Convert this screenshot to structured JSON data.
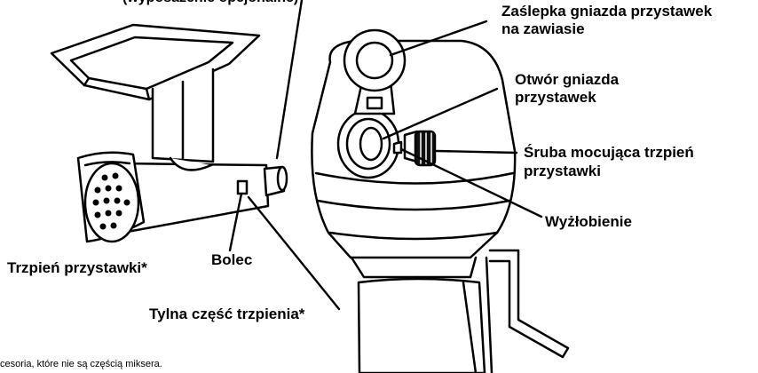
{
  "labels": {
    "top_cut": "(wyposażenie opcjonalne)",
    "hub_cover_line1": "Zaślepka gniazda przystawek",
    "hub_cover_line2": "na zawiasie",
    "hub_opening_line1": "Otwór gniazda",
    "hub_opening_line2": "przystawek",
    "knob_line1": "Śruba mocująca trzpień",
    "knob_line2": "przystawki",
    "notch": "Wyżłobienie",
    "pin": "Bolec",
    "shaft": "Trzpień przystawki*",
    "shaft_rear": "Tylna część trzpienia*",
    "footnote": "cesoria, które nie są częścią miksera."
  }
}
